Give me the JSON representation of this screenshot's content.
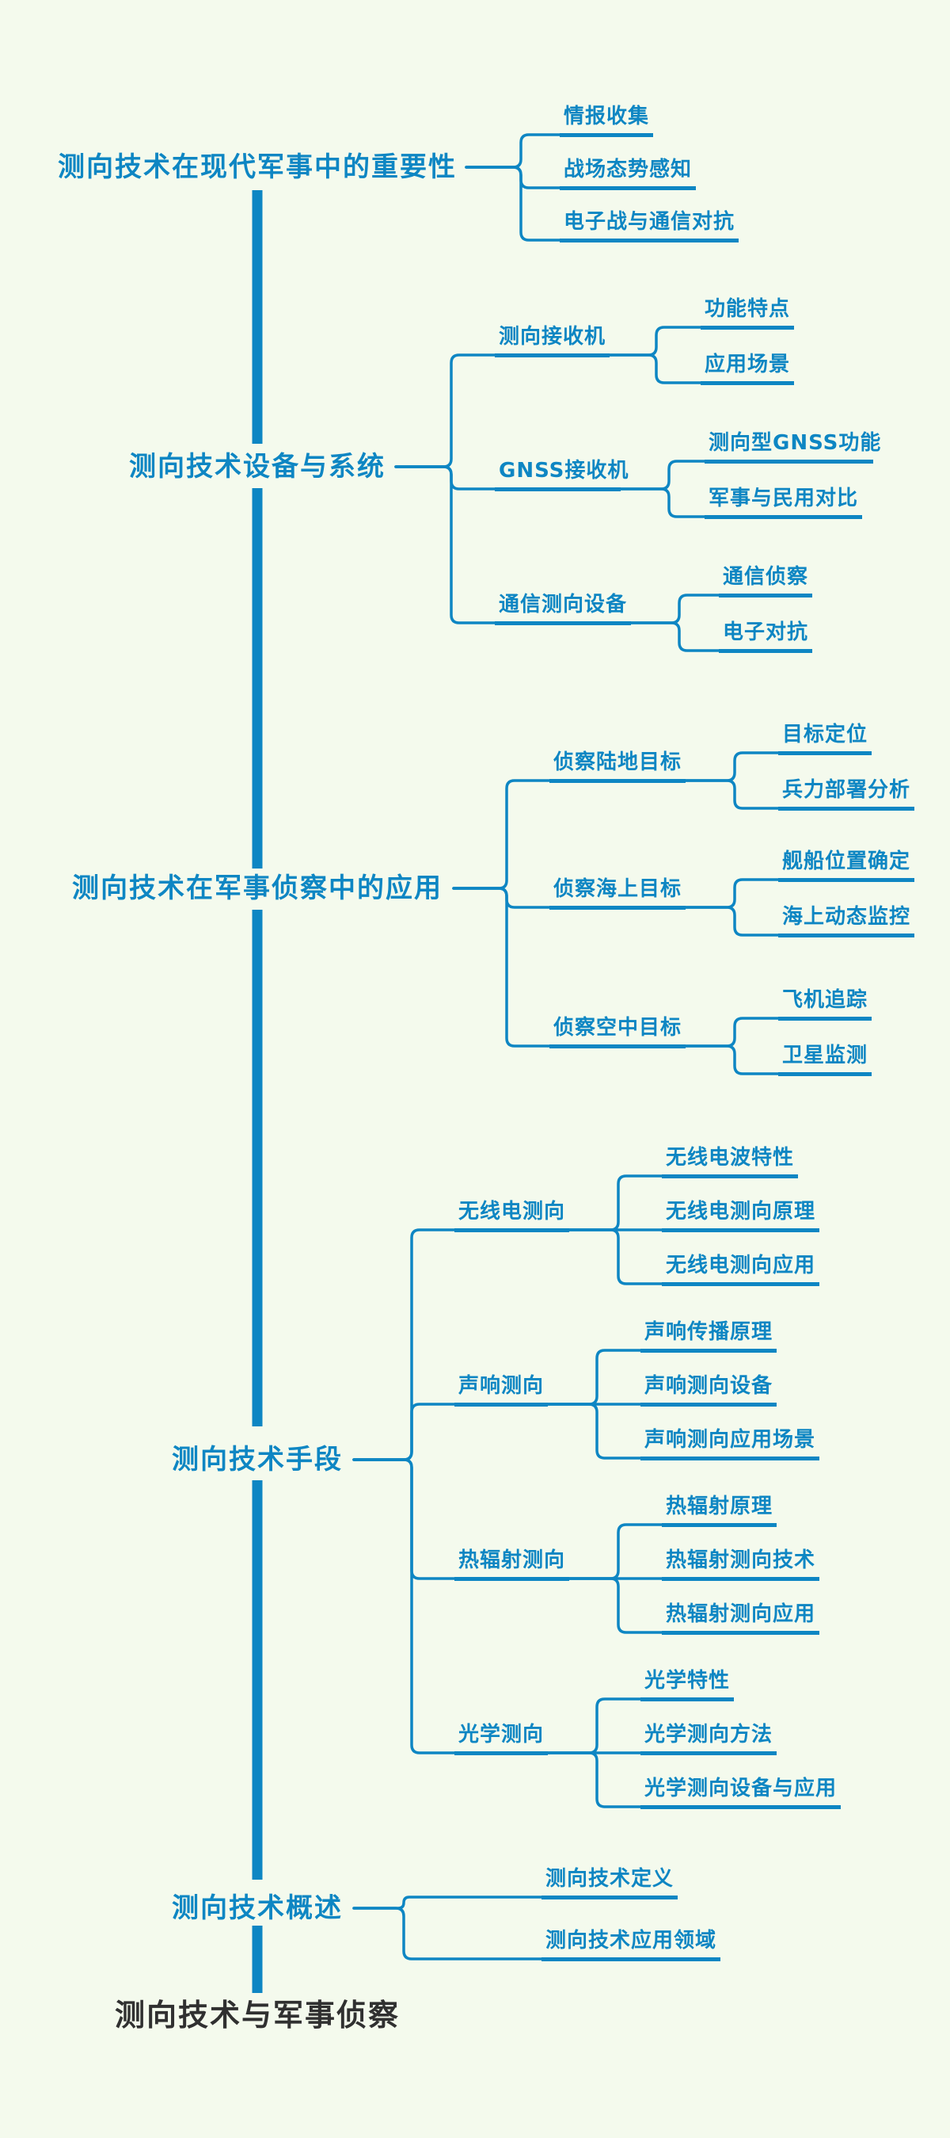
{
  "title": "测向技术与军事侦察思维导图",
  "colors": {
    "accent": "#0e86c3",
    "background": "#f4faed",
    "root_text": "#303030"
  },
  "root": {
    "label": "测向技术与军事侦察"
  },
  "branches": [
    {
      "label": "测向技术在现代军事中的重要性",
      "children": [
        {
          "label": "情报收集"
        },
        {
          "label": "战场态势感知"
        },
        {
          "label": "电子战与通信对抗"
        }
      ]
    },
    {
      "label": "测向技术设备与系统",
      "children": [
        {
          "label": "测向接收机",
          "children": [
            {
              "label": "功能特点"
            },
            {
              "label": "应用场景"
            }
          ]
        },
        {
          "label": "GNSS接收机",
          "children": [
            {
              "label": "测向型GNSS功能"
            },
            {
              "label": "军事与民用对比"
            }
          ]
        },
        {
          "label": "通信测向设备",
          "children": [
            {
              "label": "通信侦察"
            },
            {
              "label": "电子对抗"
            }
          ]
        }
      ]
    },
    {
      "label": "测向技术在军事侦察中的应用",
      "children": [
        {
          "label": "侦察陆地目标",
          "children": [
            {
              "label": "目标定位"
            },
            {
              "label": "兵力部署分析"
            }
          ]
        },
        {
          "label": "侦察海上目标",
          "children": [
            {
              "label": "舰船位置确定"
            },
            {
              "label": "海上动态监控"
            }
          ]
        },
        {
          "label": "侦察空中目标",
          "children": [
            {
              "label": "飞机追踪"
            },
            {
              "label": "卫星监测"
            }
          ]
        }
      ]
    },
    {
      "label": "测向技术手段",
      "children": [
        {
          "label": "无线电测向",
          "children": [
            {
              "label": "无线电波特性"
            },
            {
              "label": "无线电测向原理"
            },
            {
              "label": "无线电测向应用"
            }
          ]
        },
        {
          "label": "声响测向",
          "children": [
            {
              "label": "声响传播原理"
            },
            {
              "label": "声响测向设备"
            },
            {
              "label": "声响测向应用场景"
            }
          ]
        },
        {
          "label": "热辐射测向",
          "children": [
            {
              "label": "热辐射原理"
            },
            {
              "label": "热辐射测向技术"
            },
            {
              "label": "热辐射测向应用"
            }
          ]
        },
        {
          "label": "光学测向",
          "children": [
            {
              "label": "光学特性"
            },
            {
              "label": "光学测向方法"
            },
            {
              "label": "光学测向设备与应用"
            }
          ]
        }
      ]
    },
    {
      "label": "测向技术概述",
      "children": [
        {
          "label": "测向技术定义"
        },
        {
          "label": "测向技术应用领域"
        }
      ]
    }
  ]
}
